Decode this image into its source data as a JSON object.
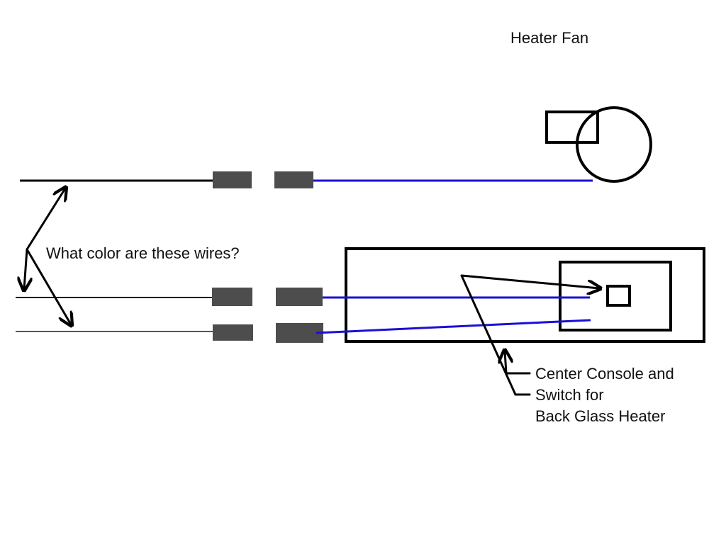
{
  "labels": {
    "heater_fan": "Heater Fan",
    "question": "What color are these wires?",
    "console_line1": "Center Console and",
    "console_line2": "Switch for",
    "console_line3": "Back Glass Heater"
  },
  "colors": {
    "background": "#ffffff",
    "unknown_wire_top": "#000000",
    "unknown_wire_middle": "#1a1a1a",
    "unknown_wire_bottom": "#555555",
    "blue_wire": "#1a0fd6",
    "connector": "#4d4d4d",
    "outline": "#000000"
  }
}
